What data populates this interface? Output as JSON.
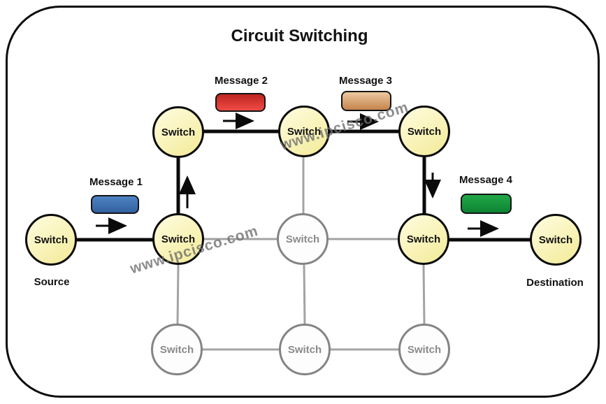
{
  "title": "Circuit Switching",
  "watermark": {
    "text": "www.ipcisco.com"
  },
  "endpoints": {
    "source": "Source",
    "destination": "Destination"
  },
  "nodes": {
    "source": {
      "label": "Switch",
      "state": "active"
    },
    "mid_left": {
      "label": "Switch",
      "state": "active"
    },
    "top_left": {
      "label": "Switch",
      "state": "active"
    },
    "top_middle": {
      "label": "Switch",
      "state": "active"
    },
    "top_right": {
      "label": "Switch",
      "state": "active"
    },
    "mid_right": {
      "label": "Switch",
      "state": "active"
    },
    "destination": {
      "label": "Switch",
      "state": "active"
    },
    "mid_center": {
      "label": "Switch",
      "state": "inactive"
    },
    "bottom_left": {
      "label": "Switch",
      "state": "inactive"
    },
    "bottom_middle": {
      "label": "Switch",
      "state": "inactive"
    },
    "bottom_right": {
      "label": "Switch",
      "state": "inactive"
    }
  },
  "messages": [
    {
      "label": "Message 1",
      "color_top": "#4e82c4",
      "color_bottom": "#33619f"
    },
    {
      "label": "Message 2",
      "color_top": "#bd2521",
      "color_bottom": "#f14b45"
    },
    {
      "label": "Message 3",
      "color_top": "#ecc9a0",
      "color_bottom": "#c5834c"
    },
    {
      "label": "Message 4",
      "color_top": "#22a848",
      "color_bottom": "#0c8332"
    }
  ],
  "edges": {
    "active_path": [
      "source-mid_left",
      "mid_left-top_left",
      "top_left-top_middle",
      "top_middle-top_right",
      "top_right-mid_right",
      "mid_right-destination"
    ],
    "inactive": [
      "mid_left-mid_center",
      "mid_center-mid_right",
      "top_middle-mid_center",
      "mid_left-bottom_left",
      "mid_center-bottom_middle",
      "mid_right-bottom_right",
      "bottom_left-bottom_middle",
      "bottom_middle-bottom_right"
    ]
  },
  "colors": {
    "active_node_fill": "#f7f0a8",
    "active_line": "#0a0a0a",
    "inactive_line": "#a3a3a3",
    "inactive_node_border": "#848484",
    "watermark_gray": "#6f6f6f"
  }
}
